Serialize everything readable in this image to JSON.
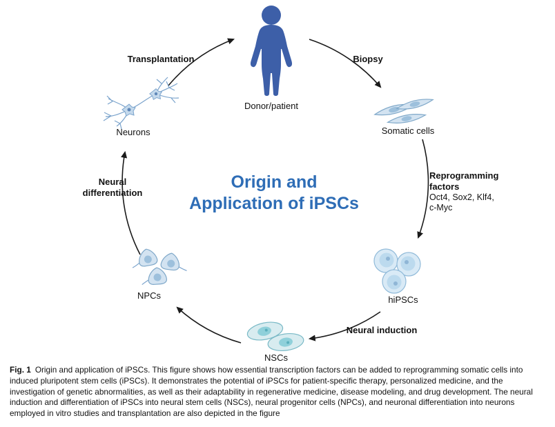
{
  "diagram": {
    "title": {
      "line1": "Origin and",
      "line2": "Application of iPSCs"
    },
    "nodes": {
      "donor": "Donor/patient",
      "somatic_cells": "Somatic cells",
      "hipscs": "hiPSCs",
      "nscs": "NSCs",
      "npcs": "NPCs",
      "neurons": "Neurons"
    },
    "edges": {
      "biopsy": "Biopsy",
      "transplantation": "Transplantation",
      "neural_induction": "Neural induction",
      "neural_differentiation": {
        "line1": "Neural",
        "line2": "differentiation"
      },
      "reprogramming": {
        "line1": "Reprogramming",
        "line2": "factors",
        "detail1": "Oct4, Sox2, Klf4,",
        "detail2": "c-Myc"
      }
    },
    "colors": {
      "title": "#2e6db6",
      "person": "#3d5fa8",
      "arrow": "#1a1a1a",
      "cell_fill": "#d3e3f1",
      "cell_stroke": "#7fa8c9",
      "cell_nucleus": "#9dc0dc",
      "neuron_stroke": "#7aa3cc",
      "nsc_fill": "#d8ecf0",
      "nsc_nucleus": "#8fd0da",
      "ipsc_fill": "#d9eaf6",
      "ipsc_stroke": "#90bad9",
      "ipsc_inner": "#bcdaee"
    }
  },
  "caption": {
    "label": "Fig. 1",
    "text": "Origin and application of iPSCs. This figure shows how essential transcription factors can be added to reprogramming somatic cells into induced pluripotent stem cells (iPSCs). It demonstrates the potential of iPSCs for patient-specific therapy, personalized medicine, and the investigation of genetic abnormalities, as well as their adaptability in regenerative medicine, disease modeling, and drug development. The neural induction and differentiation of iPSCs into neural stem cells (NSCs), neural progenitor cells (NPCs), and neuronal differentiation into neurons employed in vitro studies and transplantation are also depicted in the figure"
  }
}
